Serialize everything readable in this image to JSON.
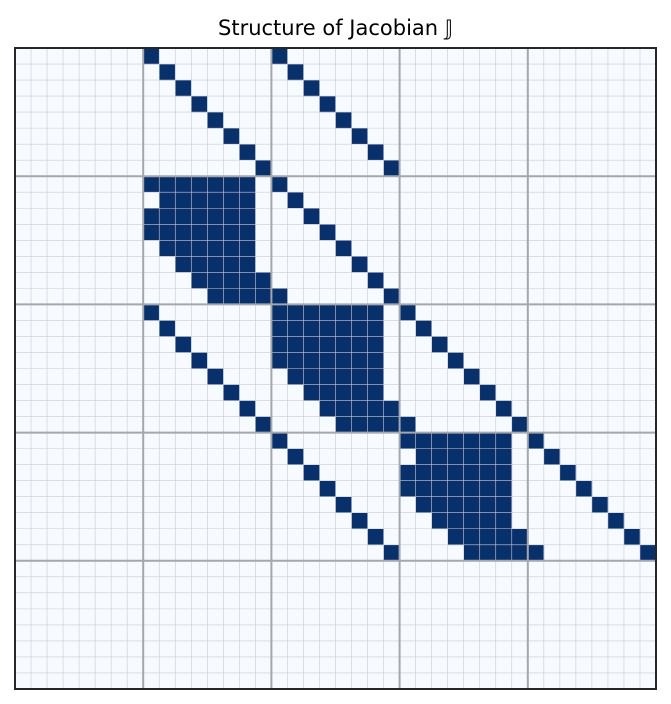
{
  "chart_data": {
    "type": "heatmap",
    "title": "Structure of Jacobian 𝕁",
    "xlabel": "",
    "ylabel": "",
    "grid": true,
    "n_rows": 40,
    "n_cols": 40,
    "block_size": 8,
    "colors": {
      "nonzero": "#08306b",
      "zero": "#f7fbff",
      "minor_grid": "#c6ccd3",
      "major_grid": "#a3a8ad",
      "frame": "#262626"
    },
    "nonzero_rows": [
      [
        8,
        16
      ],
      [
        9,
        17
      ],
      [
        10,
        18
      ],
      [
        11,
        19
      ],
      [
        12,
        20
      ],
      [
        13,
        21
      ],
      [
        14,
        22
      ],
      [
        15,
        23
      ],
      [
        8,
        9,
        10,
        11,
        12,
        13,
        14,
        16
      ],
      [
        9,
        10,
        11,
        12,
        13,
        14,
        17
      ],
      [
        8,
        9,
        10,
        11,
        12,
        13,
        14,
        18
      ],
      [
        8,
        9,
        10,
        11,
        12,
        13,
        14,
        19
      ],
      [
        9,
        10,
        11,
        12,
        13,
        14,
        20
      ],
      [
        10,
        11,
        12,
        13,
        14,
        21
      ],
      [
        11,
        12,
        13,
        14,
        15,
        22
      ],
      [
        12,
        13,
        14,
        15,
        16,
        23
      ],
      [
        8,
        16,
        17,
        18,
        19,
        20,
        21,
        22,
        24
      ],
      [
        9,
        16,
        17,
        18,
        19,
        20,
        21,
        22,
        25
      ],
      [
        10,
        16,
        17,
        18,
        19,
        20,
        21,
        22,
        26
      ],
      [
        11,
        16,
        17,
        18,
        19,
        20,
        21,
        22,
        27
      ],
      [
        12,
        17,
        18,
        19,
        20,
        21,
        22,
        28
      ],
      [
        13,
        18,
        19,
        20,
        21,
        22,
        29
      ],
      [
        14,
        19,
        20,
        21,
        22,
        23,
        30
      ],
      [
        15,
        20,
        21,
        22,
        23,
        24,
        31
      ],
      [
        16,
        24,
        25,
        26,
        27,
        28,
        29,
        30,
        32
      ],
      [
        17,
        25,
        26,
        27,
        28,
        29,
        30,
        33
      ],
      [
        18,
        24,
        25,
        26,
        27,
        28,
        29,
        30,
        34
      ],
      [
        19,
        24,
        25,
        26,
        27,
        28,
        29,
        30,
        35
      ],
      [
        20,
        25,
        26,
        27,
        28,
        29,
        30,
        36
      ],
      [
        21,
        26,
        27,
        28,
        29,
        30,
        37
      ],
      [
        22,
        27,
        28,
        29,
        30,
        31,
        38
      ],
      [
        23,
        28,
        29,
        30,
        31,
        32,
        39
      ],
      [],
      [],
      [],
      [],
      [],
      [],
      [],
      []
    ]
  }
}
